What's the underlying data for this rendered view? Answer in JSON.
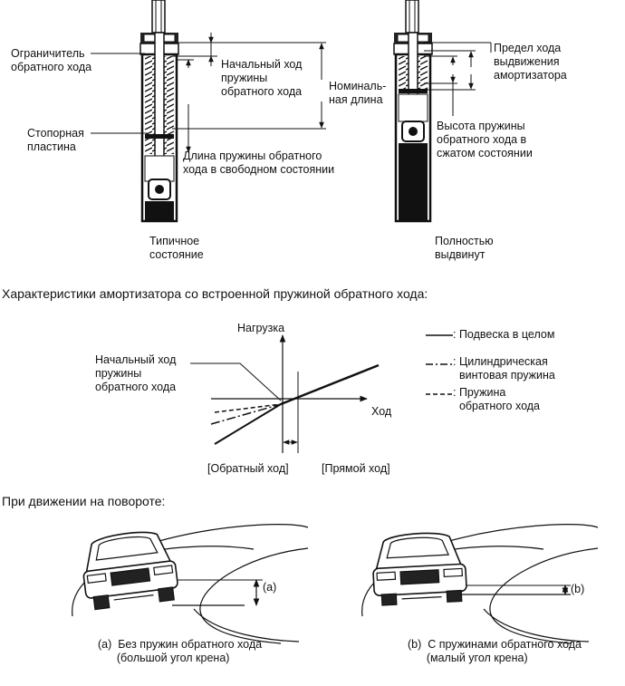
{
  "shock_diagrams": {
    "left": {
      "rebound_stopper": "Ограничитель\nобратного хода",
      "stopper_plate": "Стопорная\nпластина",
      "initial_rebound_stroke": "Начальный ход\nпружины\nобратного хода",
      "nominal_length": "Номиналь-\nная длина",
      "free_spring_length": "Длина пружины обратного\nхода в свободном состоянии",
      "caption": "Типичное\nсостояние"
    },
    "right": {
      "extension_limit": "Предел хода\nвыдвижения\nамортизатора",
      "compressed_spring_height": "Высота пружины\nобратного хода в\nсжатом состоянии",
      "caption": "Полностью\nвыдвинут"
    }
  },
  "characteristics_heading": "Характеристики амортизатора со встроенной пружиной обратного хода:",
  "graph": {
    "y_axis_label": "Нагрузка",
    "x_axis_label": "Ход",
    "annotation": "Начальный ход\nпружины\nобратного хода",
    "rebound_label": "[Обратный ход]",
    "compression_label": "[Прямой ход]",
    "legend": {
      "solid": ": Подвеска в целом",
      "dashdot": ": Цилиндрическая\n  винтовая пружина",
      "dashed": ": Пружина\n  обратного хода"
    }
  },
  "cornering_heading": "При движении на повороте:",
  "cornering": {
    "left_marker": "(a)",
    "right_marker": "(b)",
    "left_caption": "(a)  Без пружин обратного хода\n      (большой угол крена)",
    "right_caption": "(b)  С пружинами обратного хода\n      (малый угол крена)"
  }
}
